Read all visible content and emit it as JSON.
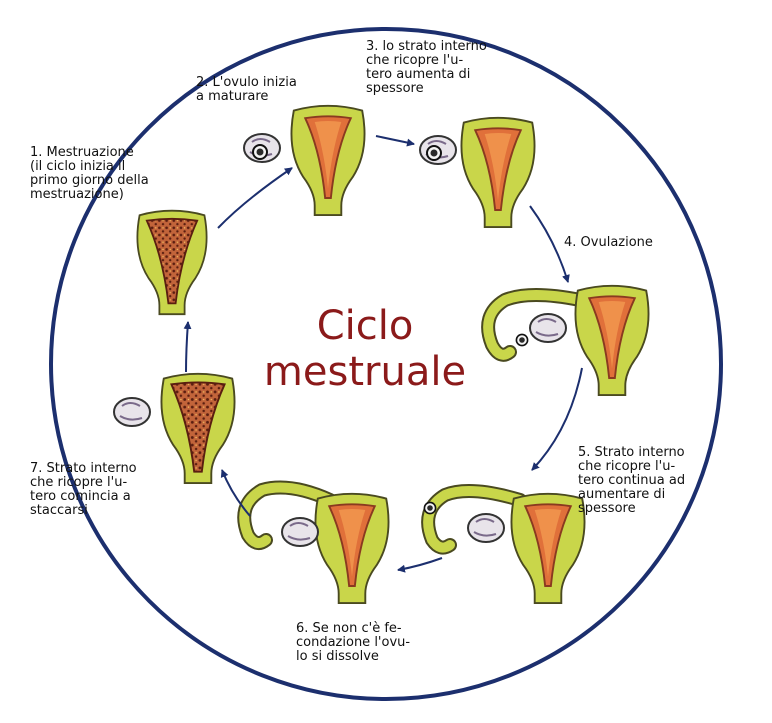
{
  "title": {
    "line1": "Ciclo",
    "line2": "mestruale"
  },
  "stages": [
    {
      "lines": [
        "1. Mestruazione",
        "(il ciclo inizia il",
        "primo giorno della",
        "mestruazione)"
      ]
    },
    {
      "lines": [
        "2. L'ovulo inizia",
        "a maturare"
      ]
    },
    {
      "lines": [
        "3. lo strato interno",
        "che ricopre l'u-",
        "tero aumenta di",
        "spessore"
      ]
    },
    {
      "lines": [
        "4. Ovulazione"
      ]
    },
    {
      "lines": [
        "5. Strato interno",
        "che ricopre l'u-",
        "tero continua ad",
        "aumentare di",
        "spessore"
      ]
    },
    {
      "lines": [
        "6. Se non c'è fe-",
        "condazione l'ovu-",
        "lo si dissolve"
      ]
    },
    {
      "lines": [
        "7. Strato interno",
        "che ricopre l'u-",
        "tero comincia a",
        "staccarsi"
      ]
    }
  ],
  "colors": {
    "ring": "#1c2f6e",
    "title": "#8b1a1a",
    "uterus_fill": "#c9d64a",
    "uterus_outline": "#4a4a20",
    "lining": "#e0703a",
    "lining_dark": "#8a3a20",
    "ovary": "#e8e4ea"
  }
}
